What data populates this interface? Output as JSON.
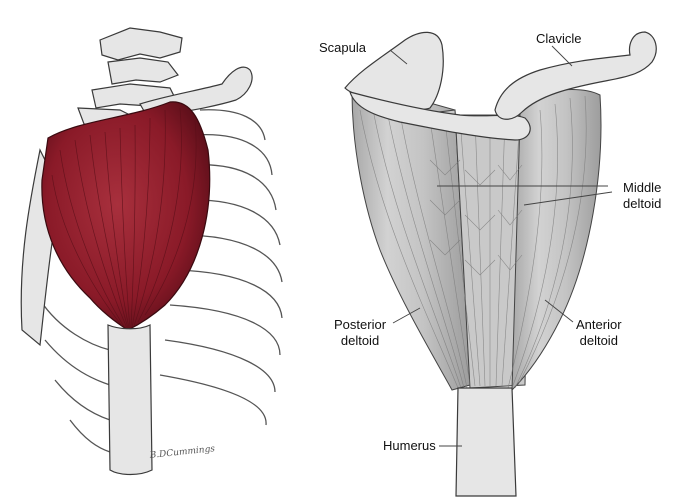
{
  "left_figure": {
    "signature": "B.DCummings"
  },
  "labels": {
    "scapula": "Scapula",
    "clavicle": "Clavicle",
    "middle_deltoid": [
      "Middle",
      "deltoid"
    ],
    "posterior_deltoid": [
      "Posterior",
      "deltoid"
    ],
    "anterior_deltoid": [
      "Anterior",
      "deltoid"
    ],
    "humerus": "Humerus"
  },
  "colors": {
    "deltoid_muscle": "#8a1a28",
    "bone": "#e6e6e6",
    "muscle_gray": "#bdbdbd",
    "label_text": "#111111"
  }
}
